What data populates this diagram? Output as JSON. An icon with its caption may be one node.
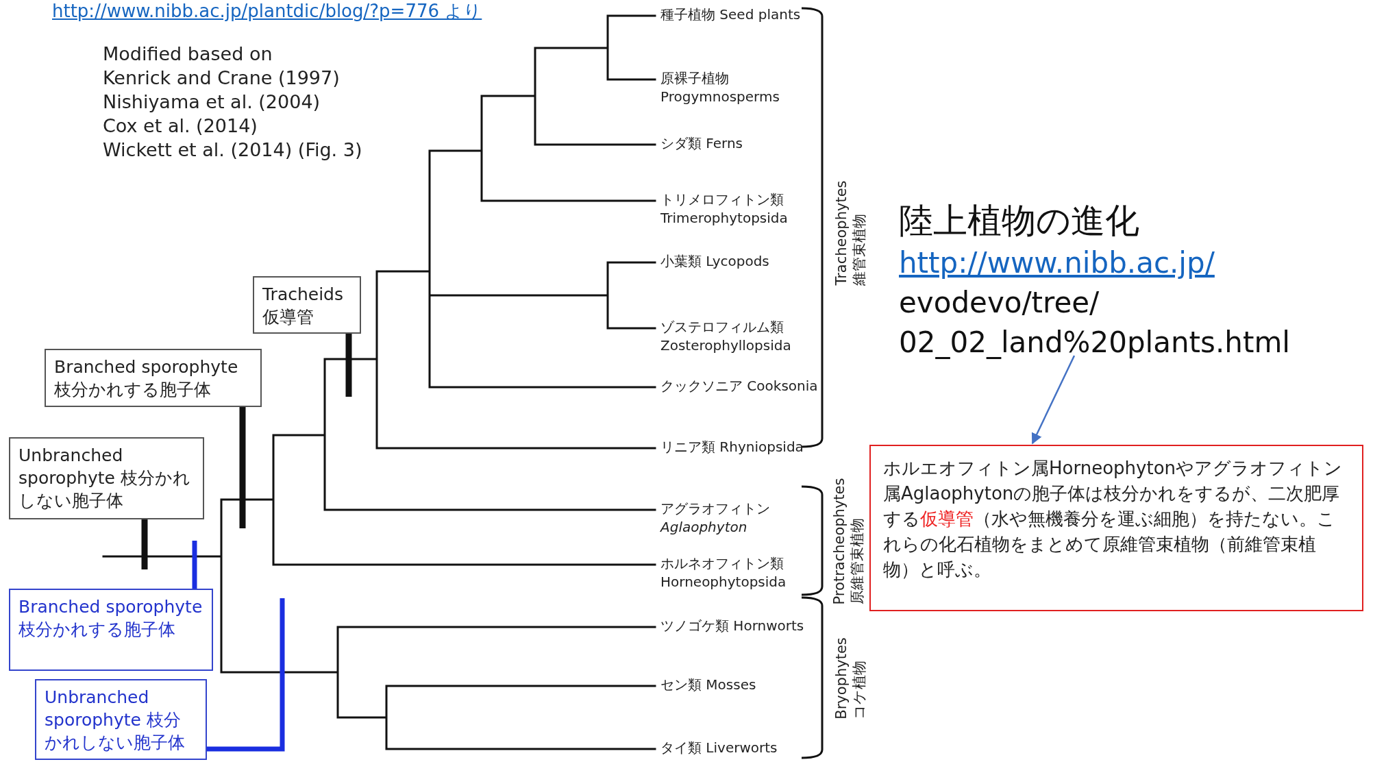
{
  "diagram": {
    "title": "陸上植物の進化",
    "nodes": [
      {
        "text": [
          "Tracheids 仮導管"
        ]
      },
      {
        "text": [
          "Branched sporophyte 枝分かれする胞子体"
        ]
      },
      {
        "text": [
          "Unbranched sporophyte 枝分かれしない胞子体"
        ]
      },
      {
        "text": [
          "Branched sporophyte 枝分かれする胞子体"
        ]
      },
      {
        "text": [
          "Unbranched sporophyte 枝分かれしない胞子体"
        ]
      },
      {
        "text": [
          "http://www.nibb.ac.jp/",
          "evodevo/tree/ 02_02_land%20plants.html"
        ]
      },
      {
        "text": [
          "ホルエオフィトン属Horneophytonやアグラオフィトン属Aglaophytonの胞子体は枝分かれをするが、二次肥厚する**仮導管**（水や無機養分を運ぶ細胞）を持たない。これらの化石植物をまとめて原維管束植物（前維管束植物）と呼ぶ。"
        ]
      }
    ],
    "edges": [
      {
        "from": 5,
        "to": 6,
        "arrow": "to"
      }
    ],
    "labels": [
      "http://www.nibb.ac.jp/plantdic/blog/?p=776 より",
      "Modified based on",
      "Kenrick and Crane (1997)",
      "Nishiyama et al. (2004)",
      "Cox et al. (2014)",
      "Wickett et al. (2014) (Fig. 3)",
      "種子植物 Seed plants",
      "原裸子植物 Progymnosperms",
      "シダ類 Ferns",
      "トリメロフィトン類 Trimerophytopsida",
      "小葉類 Lycopods",
      "ゾステロフィルム類 Zosterophyllopsida",
      "クックソニア Cooksonia",
      "リニア類 Rhyniopsida",
      "アグラオフィトン *Aglaophyton*",
      "ホルネオフィトン類 Horneophytopsida",
      "ツノゴケ類 Hornworts",
      "セン類 Mosses",
      "タイ類 Liverworts",
      "Tracheophytes 維管束植物",
      "Protracheophytes 原維管束植物",
      "Bryophytes コケ植物"
    ]
  }
}
